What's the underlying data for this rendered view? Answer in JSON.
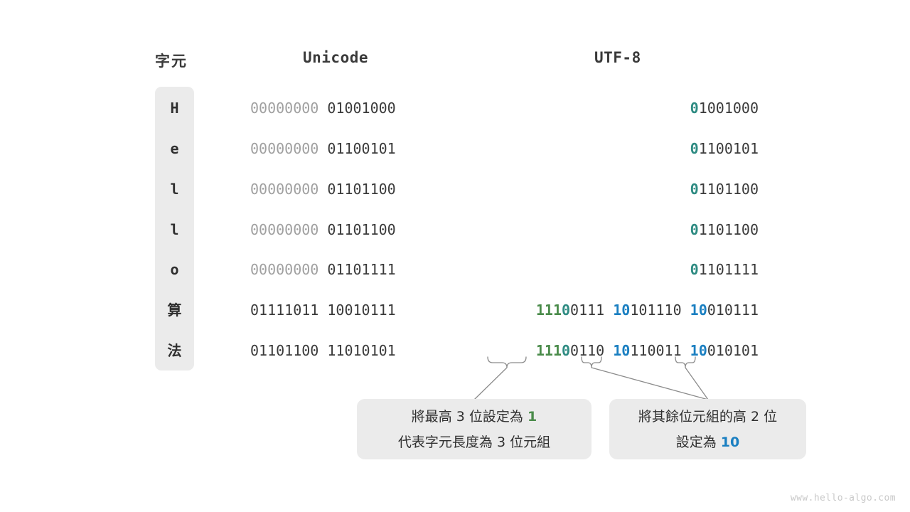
{
  "headers": {
    "char": "字元",
    "unicode": "Unicode",
    "utf8": "UTF-8"
  },
  "rows": [
    {
      "char": "H",
      "char_kind": "latin",
      "unicode": [
        {
          "text": "00000000 ",
          "style": "dim"
        },
        {
          "text": "01001000",
          "style": "dark"
        }
      ],
      "utf8": [
        {
          "text": "0",
          "style": "teal"
        },
        {
          "text": "1001000",
          "style": "dark"
        }
      ]
    },
    {
      "char": "e",
      "char_kind": "latin",
      "unicode": [
        {
          "text": "00000000 ",
          "style": "dim"
        },
        {
          "text": "01100101",
          "style": "dark"
        }
      ],
      "utf8": [
        {
          "text": "0",
          "style": "teal"
        },
        {
          "text": "1100101",
          "style": "dark"
        }
      ]
    },
    {
      "char": "l",
      "char_kind": "latin",
      "unicode": [
        {
          "text": "00000000 ",
          "style": "dim"
        },
        {
          "text": "01101100",
          "style": "dark"
        }
      ],
      "utf8": [
        {
          "text": "0",
          "style": "teal"
        },
        {
          "text": "1101100",
          "style": "dark"
        }
      ]
    },
    {
      "char": "l",
      "char_kind": "latin",
      "unicode": [
        {
          "text": "00000000 ",
          "style": "dim"
        },
        {
          "text": "01101100",
          "style": "dark"
        }
      ],
      "utf8": [
        {
          "text": "0",
          "style": "teal"
        },
        {
          "text": "1101100",
          "style": "dark"
        }
      ]
    },
    {
      "char": "o",
      "char_kind": "latin",
      "unicode": [
        {
          "text": "00000000 ",
          "style": "dim"
        },
        {
          "text": "01101111",
          "style": "dark"
        }
      ],
      "utf8": [
        {
          "text": "0",
          "style": "teal"
        },
        {
          "text": "1101111",
          "style": "dark"
        }
      ]
    },
    {
      "char": "算",
      "char_kind": "cjk",
      "unicode": [
        {
          "text": "01111011 ",
          "style": "dark"
        },
        {
          "text": "10010111",
          "style": "dark"
        }
      ],
      "utf8": [
        {
          "text": "111",
          "style": "green"
        },
        {
          "text": "0",
          "style": "teal"
        },
        {
          "text": "0111 ",
          "style": "dark"
        },
        {
          "text": "10",
          "style": "blue"
        },
        {
          "text": "101110 ",
          "style": "dark"
        },
        {
          "text": "10",
          "style": "blue"
        },
        {
          "text": "010111",
          "style": "dark"
        }
      ]
    },
    {
      "char": "法",
      "char_kind": "cjk",
      "unicode": [
        {
          "text": "01101100 ",
          "style": "dark"
        },
        {
          "text": "11010101",
          "style": "dark"
        }
      ],
      "utf8": [
        {
          "text": "111",
          "style": "green"
        },
        {
          "text": "0",
          "style": "teal"
        },
        {
          "text": "0110 ",
          "style": "dark"
        },
        {
          "text": "10",
          "style": "blue"
        },
        {
          "text": "110011 ",
          "style": "dark"
        },
        {
          "text": "10",
          "style": "blue"
        },
        {
          "text": "010101",
          "style": "dark"
        }
      ]
    }
  ],
  "notes": [
    {
      "id": "note-1",
      "lines": [
        [
          {
            "text": "將最高 3 位設定為 ",
            "style": "plain"
          },
          {
            "text": "1",
            "style": "green"
          }
        ],
        [
          {
            "text": "代表字元長度為 3 位元組",
            "style": "plain"
          }
        ]
      ]
    },
    {
      "id": "note-2",
      "lines": [
        [
          {
            "text": "將其餘位元組的高 2 位",
            "style": "plain"
          }
        ],
        [
          {
            "text": "設定為 ",
            "style": "plain"
          },
          {
            "text": "10",
            "style": "blue"
          }
        ]
      ]
    }
  ],
  "watermark": "www.hello-algo.com",
  "colors": {
    "green": "#4a8b4a",
    "teal": "#2e8b82",
    "blue": "#1a7fc1",
    "dark": "#3a3a3a",
    "dim": "#a0a0a0",
    "panel": "#ebebeb",
    "background": "#ffffff"
  },
  "layout": {
    "row_tops": [
      137,
      194,
      251,
      308,
      364,
      421,
      478
    ],
    "connector_stroke": "#8c8c8c"
  }
}
